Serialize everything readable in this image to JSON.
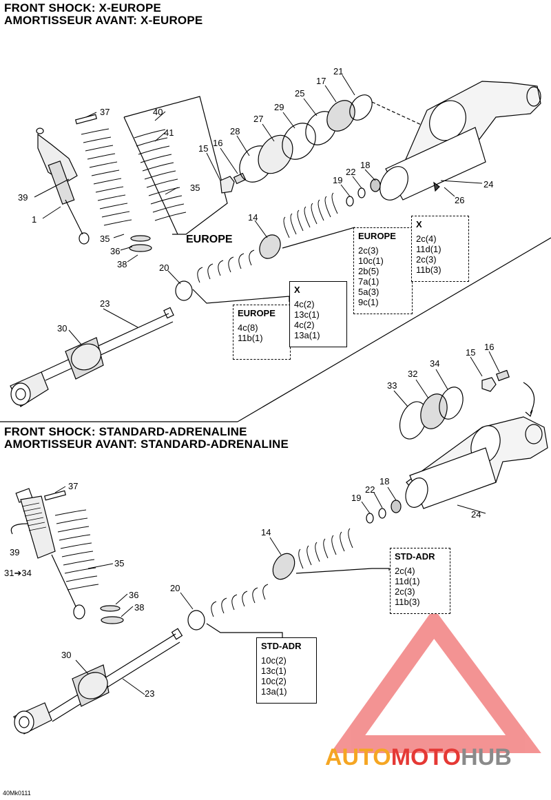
{
  "titles": {
    "x_europe_en": "FRONT SHOCK:  X-EUROPE",
    "x_europe_fr": "AMORTISSEUR AVANT:  X-EUROPE",
    "std_en": "FRONT SHOCK:  STANDARD-ADRENALINE",
    "std_fr": "AMORTISSEUR AVANT:  STANDARD-ADRENALINE"
  },
  "labels": {
    "europe_spring": "EUROPE"
  },
  "top_parts": {
    "p37": "37",
    "p40": "40",
    "p41": "41",
    "p35": "35",
    "p39": "39",
    "p1": "1",
    "p35b": "35",
    "p36": "36",
    "p38": "38",
    "p15": "15",
    "p16": "16",
    "p28": "28",
    "p27": "27",
    "p29": "29",
    "p25": "25",
    "p17": "17",
    "p21": "21",
    "p18": "18",
    "p22": "22",
    "p19": "19",
    "p24": "24",
    "p26": "26",
    "p14": "14",
    "p20": "20",
    "p23": "23",
    "p30": "30"
  },
  "bottom_parts": {
    "p15": "15",
    "p16": "16",
    "p34": "34",
    "p32": "32",
    "p33": "33",
    "p37": "37",
    "p39": "39",
    "p31_34": "31➔34",
    "p35": "35",
    "p36": "36",
    "p38": "38",
    "p18": "18",
    "p22": "22",
    "p19": "19",
    "p24": "24",
    "p14": "14",
    "p20": "20",
    "p30": "30",
    "p23": "23"
  },
  "kits": {
    "top_right_europe": {
      "header": "EUROPE",
      "rows": [
        "2c(3)",
        "10c(1)",
        "2b(5)",
        "7a(1)",
        "5a(3)",
        "9c(1)"
      ]
    },
    "top_right_x": {
      "header": "X",
      "rows": [
        "2c(4)",
        "11d(1)",
        "2c(3)",
        "11b(3)"
      ]
    },
    "mid_europe": {
      "header": "EUROPE",
      "rows": [
        "4c(8)",
        "11b(1)"
      ]
    },
    "mid_x": {
      "header": "X",
      "rows": [
        "4c(2)",
        "13c(1)",
        "4c(2)",
        "13a(1)"
      ]
    },
    "std_top": {
      "header": "STD-ADR",
      "rows": [
        "2c(4)",
        "11d(1)",
        "2c(3)",
        "11b(3)"
      ]
    },
    "std_bottom": {
      "header": "STD-ADR",
      "rows": [
        "10c(2)",
        "13c(1)",
        "10c(2)",
        "13a(1)"
      ]
    }
  },
  "watermark": {
    "auto": "AUTO",
    "moto": "MOTO",
    "hub": "HUB"
  },
  "colors": {
    "watermark_red": "#e53935",
    "watermark_orange": "#f5a623",
    "watermark_gray": "#8a8a8a"
  },
  "footer": "40Mk0111"
}
